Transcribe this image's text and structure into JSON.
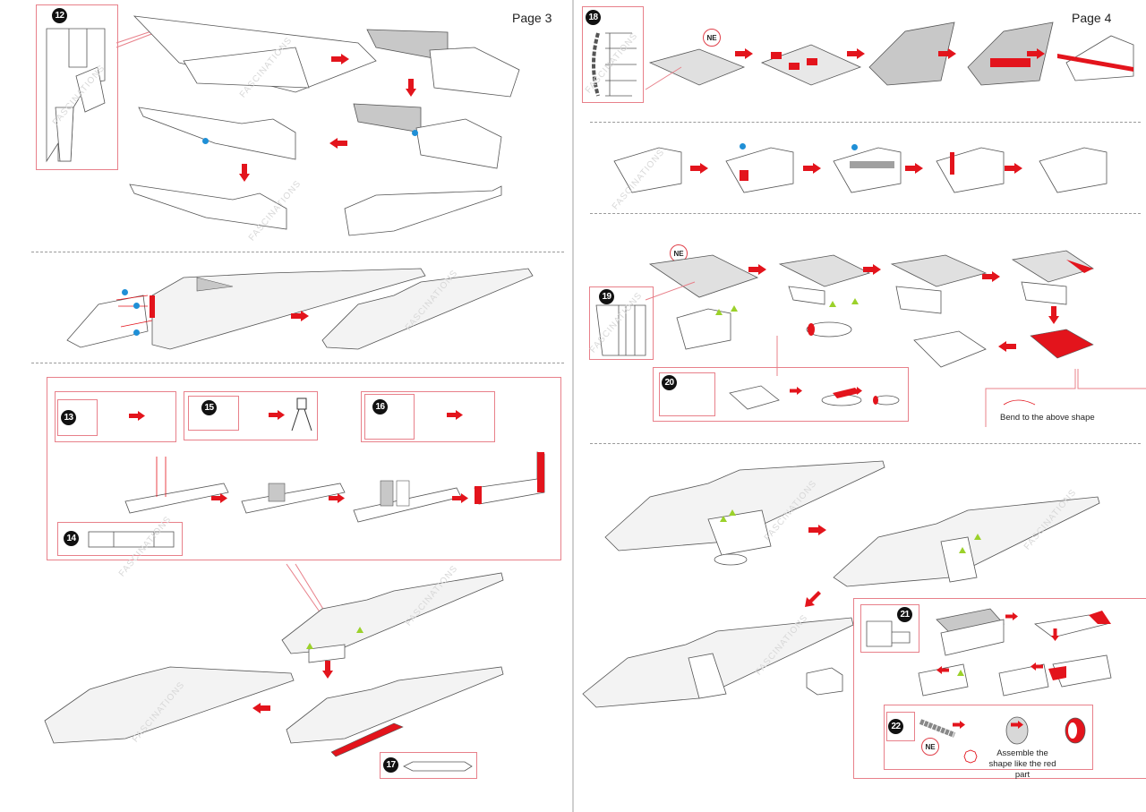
{
  "document": {
    "title": "Helicopter assembly instructions",
    "pages": [
      {
        "label": "Page 3",
        "steps": [
          "12",
          "13",
          "14",
          "15",
          "16",
          "17"
        ],
        "watermark": "FASCINATIONS"
      },
      {
        "label": "Page 4",
        "steps": [
          "18",
          "19",
          "20",
          "21",
          "22"
        ],
        "watermark": "FASCINATIONS",
        "notes": {
          "bend": "Bend to the above shape",
          "assemble_line1": "Assemble the",
          "assemble_line2": "shape like the red part"
        },
        "callouts": {
          "ne": "NE"
        }
      }
    ]
  },
  "colors": {
    "accent_red": "#e3141c",
    "callout_border": "#e8808a",
    "part_gray": "#c8c8c8",
    "marker_blue": "#1f8fd6",
    "marker_green": "#9bd12a"
  }
}
